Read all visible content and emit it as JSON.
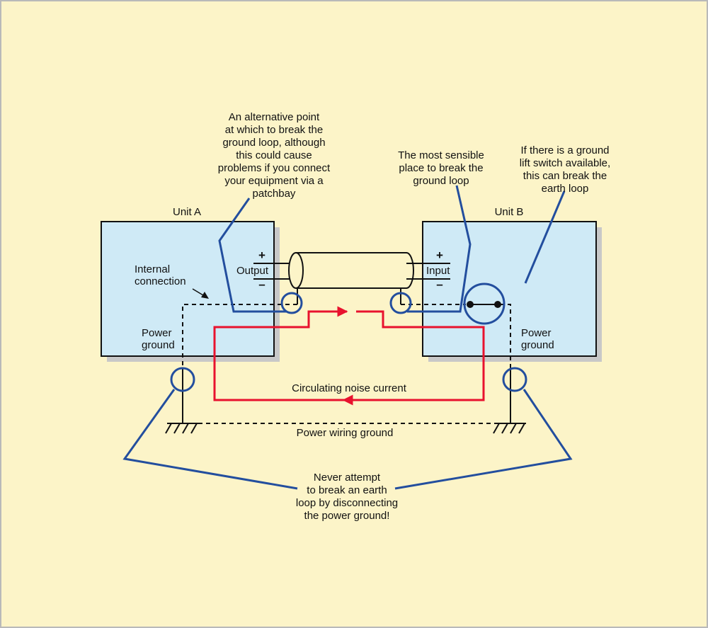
{
  "units": {
    "a": {
      "title": "Unit A",
      "port": "Output",
      "plus": "+",
      "minus": "–",
      "internal": [
        "Internal",
        "connection"
      ],
      "ground": [
        "Power",
        "ground"
      ]
    },
    "b": {
      "title": "Unit B",
      "port": "Input",
      "plus": "+",
      "minus": "–",
      "ground": [
        "Power",
        "ground"
      ]
    }
  },
  "labels": {
    "circulating": "Circulating noise current",
    "power_wiring": "Power wiring ground"
  },
  "callouts": {
    "alternative": [
      "An alternative point",
      "at which to break the",
      "ground loop, although",
      "this could cause",
      "problems if you connect",
      "your equipment via a",
      "patchbay"
    ],
    "sensible": [
      "The most sensible",
      "place to break the",
      "ground loop"
    ],
    "lift_switch": [
      "If there is a ground",
      "lift switch available,",
      "this can break the",
      "earth loop"
    ],
    "never": [
      "Never attempt",
      "to break an earth",
      "loop by disconnecting",
      "the power ground!"
    ]
  },
  "colors": {
    "background": "#fcf4c8",
    "unit_fill": "#cfeaf6",
    "callout_line": "#234e9e",
    "noise_current": "#e8122e",
    "wire": "#111111"
  }
}
